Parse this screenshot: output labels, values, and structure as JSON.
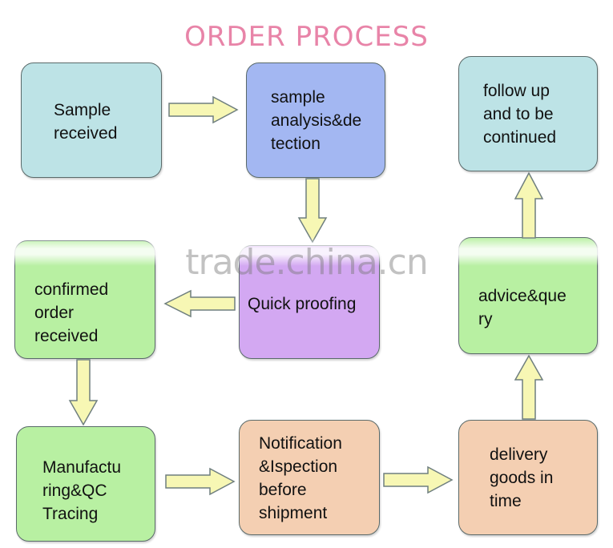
{
  "title": "ORDER PROCESS",
  "watermark": "trade.china.cn",
  "colors": {
    "title": "#e884a8",
    "teal": "#bde3e6",
    "blue": "#a3b7f2",
    "purple": "#d3a8f2",
    "green": "#b8f0a2",
    "peach": "#f4cfb2",
    "arrow_fill": "#f7f7b4",
    "arrow_stroke": "#6f7f7f"
  },
  "steps": {
    "sample_received": "Sample\nreceived",
    "sample_analysis": "sample\nanalysis&de\ntection",
    "follow_up": "follow up\nand to be\ncontinued",
    "confirmed_order": "confirmed\norder\nreceived",
    "quick_proofing": "Quick proofing",
    "advice_query": "advice&que\nry",
    "manufacturing": "Manufactu\nring&QC\nTracing",
    "notification": "Notification\n&Ispection\nbefore\nshipment",
    "delivery": "delivery\ngoods in\ntime"
  }
}
